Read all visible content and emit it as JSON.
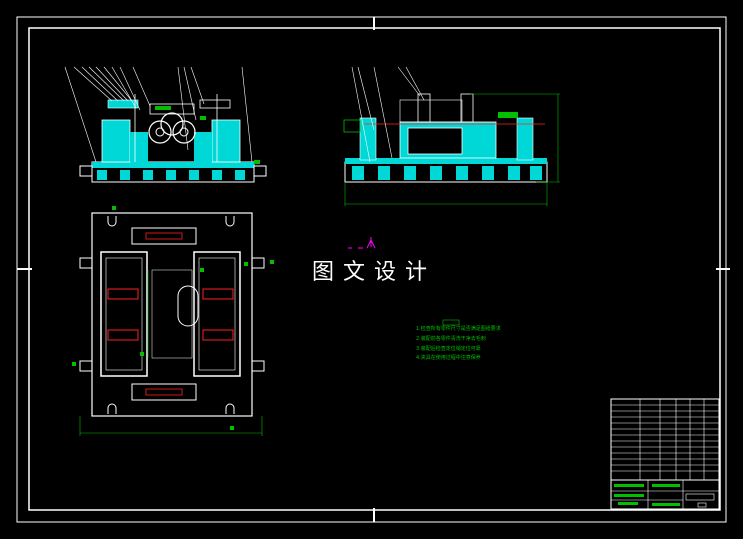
{
  "watermark": {
    "text": "图文设计"
  },
  "colors": {
    "background": "#000000",
    "frame": "#ffffff",
    "part_fill": "#00d8d8",
    "dimension": "#00c000",
    "highlight": "#ff2020",
    "accent": "#ff00ff"
  },
  "notes": {
    "lines": [
      "1.检查所有零件尺寸是否满足图纸要求",
      "2.装配前各零件清洗干净去毛刺",
      "3.装配后检查定位销定位可靠",
      "4.夹具在使用过程中注意保养"
    ]
  },
  "views": {
    "front": {
      "label": "front-view"
    },
    "side": {
      "label": "side-view"
    },
    "plan": {
      "label": "plan-view"
    }
  }
}
